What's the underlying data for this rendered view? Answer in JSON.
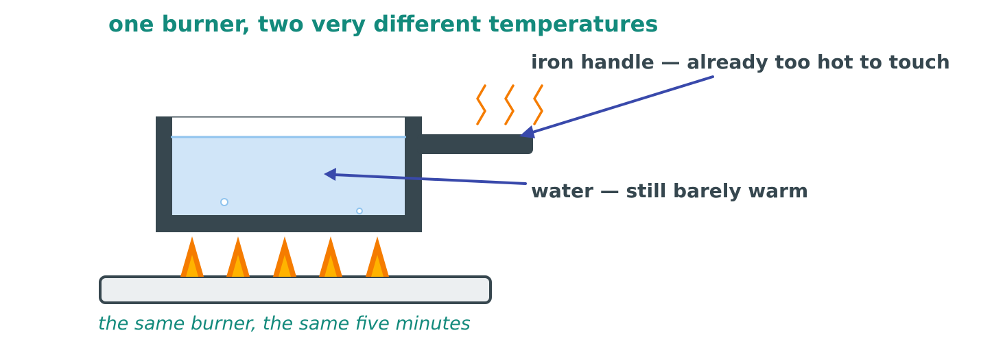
{
  "title": "one burner, two very different temperatures",
  "labels": {
    "handle": "iron handle — already too hot to touch",
    "water": "water — still barely warm"
  },
  "caption": "the same burner, the same five minutes",
  "colors": {
    "teal_text": "#138a7c",
    "dark_text": "#36474f",
    "pot": "#37474f",
    "water": "#d0e5f8",
    "water_line": "#90c4ee",
    "arrow": "#3949ab",
    "flame_outer": "#f57c00",
    "flame_inner": "#ffb300",
    "stove": "#eceff1"
  },
  "icons": {
    "heat_waves": "zigzag-heat-icon",
    "flames": "flame-icon"
  }
}
